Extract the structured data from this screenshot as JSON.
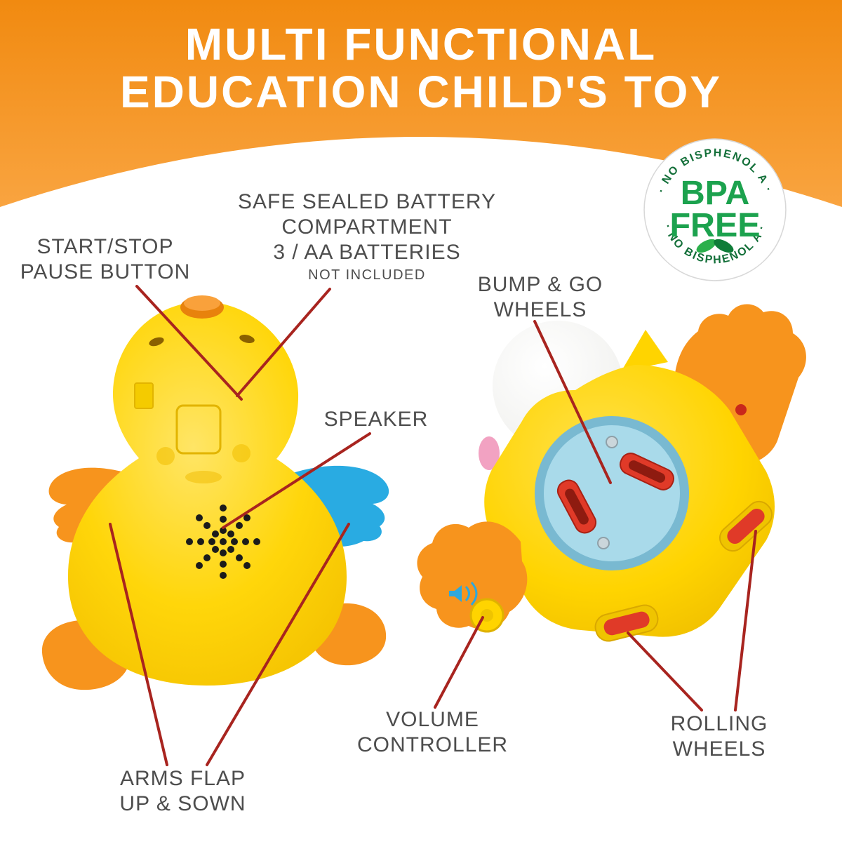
{
  "header": {
    "title_line1": "MULTI FUNCTIONAL",
    "title_line2": "EDUCATION CHILD'S TOY"
  },
  "badge": {
    "arc_top": "· NO BISPHENOL A ·",
    "arc_bottom": "· NO BISPHENOL A ·",
    "line1": "BPA",
    "line2": "FREE"
  },
  "callouts": {
    "start_stop": {
      "line1": "START/STOP",
      "line2": "PAUSE BUTTON"
    },
    "battery": {
      "line1": "SAFE SEALED BATTERY",
      "line2": "COMPARTMENT",
      "line3": "3 / AA BATTERIES",
      "note": "NOT INCLUDED"
    },
    "speaker": {
      "label": "SPEAKER"
    },
    "bump_go_wheels": {
      "line1": "BUMP & GO",
      "line2": "WHEELS"
    },
    "volume_controller": {
      "line1": "VOLUME",
      "line2": "CONTROLLER"
    },
    "rolling_wheels": {
      "line1": "ROLLING",
      "line2": "WHEELS"
    },
    "arms_flap": {
      "line1": "ARMS FLAP",
      "line2": "UP & SOWN"
    }
  },
  "colors": {
    "header_orange": "#F6921E",
    "title_text": "#FFFFFF",
    "label_text": "#4D4D4D",
    "leader_line": "#A8241F",
    "duck_yellow": "#FFD400",
    "accent_orange": "#F7941D",
    "wing_blue": "#29ABE2",
    "battery_panel_blue": "#A9DAEA",
    "wheel_red": "#E03A28",
    "badge_green": "#1CA24E"
  }
}
